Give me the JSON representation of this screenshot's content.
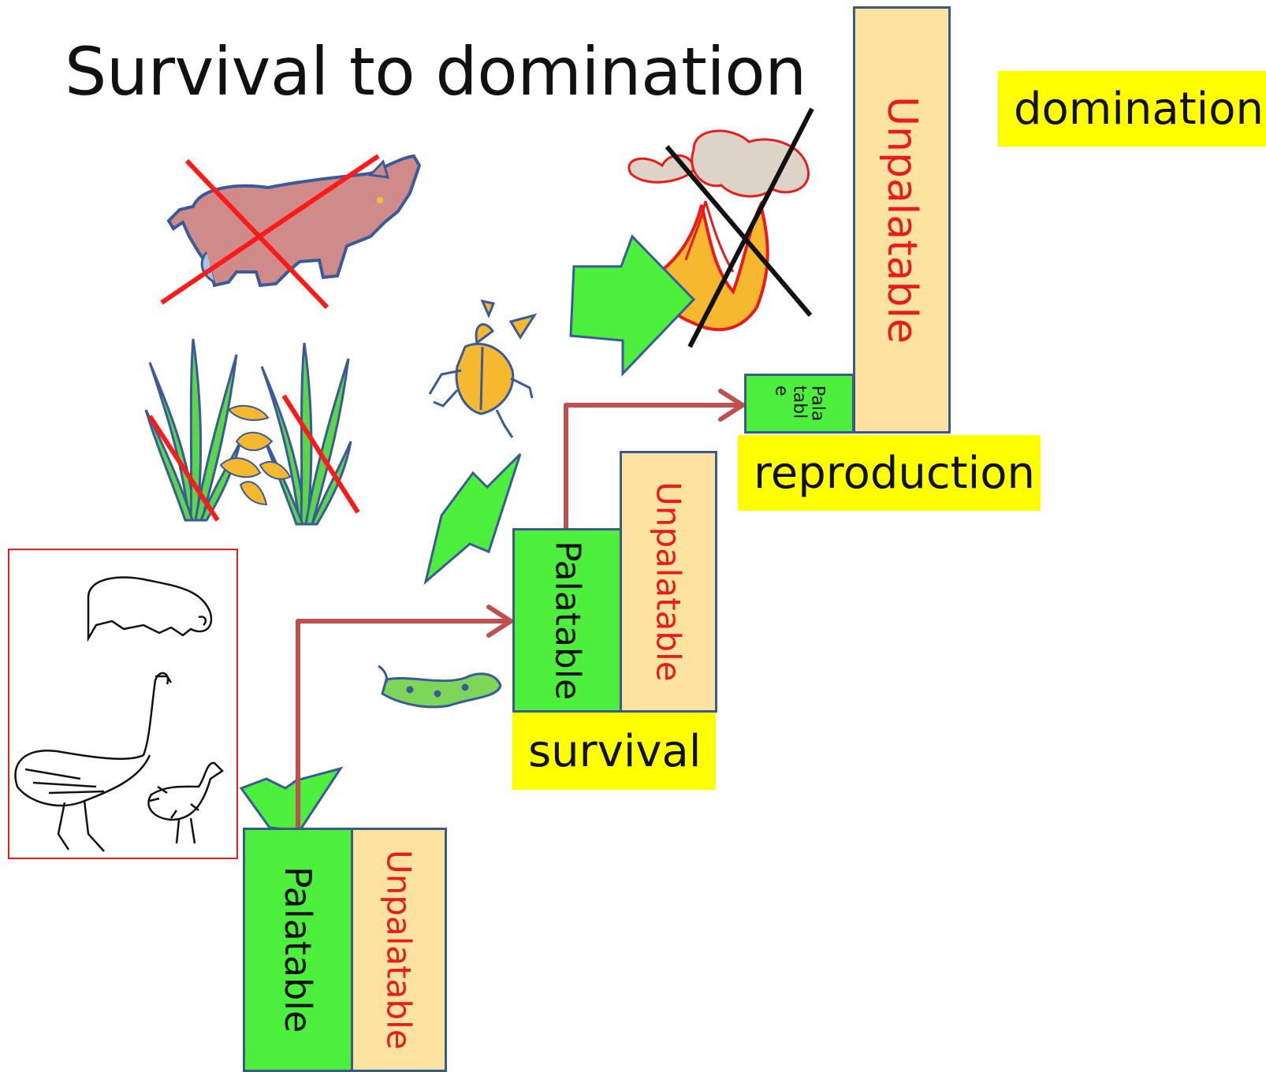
{
  "title": "Survival to domination",
  "stages": {
    "bottom": {
      "palatable": "Palatable",
      "unpalatable": "Unpalatable"
    },
    "middle": {
      "palatable": "Palatable",
      "unpalatable": "Unpalatable",
      "label": "survival"
    },
    "top": {
      "palatable_lines": [
        "Pala",
        "tabl",
        "e"
      ],
      "unpalatable": "Unpalatable",
      "label": "reproduction"
    },
    "domination_label": "domination"
  },
  "colors": {
    "palatable": "#4cef3c",
    "unpalatable": "#fde2a0",
    "highlight": "#ffff00",
    "arrow": "#c0504d",
    "border": "#3b5a86",
    "cross": "#ff1a1a"
  }
}
